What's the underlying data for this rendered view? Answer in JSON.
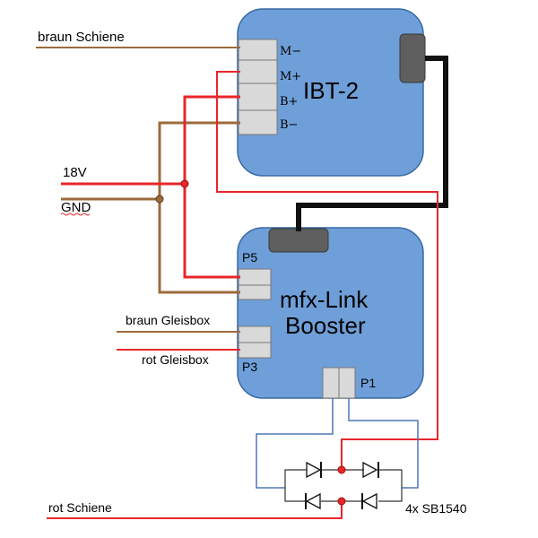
{
  "ibt": {
    "title": "IBT-2",
    "pins": [
      "M−",
      "M+",
      "B+",
      "B−"
    ]
  },
  "booster": {
    "title_line1": "mfx-Link",
    "title_line2": "Booster",
    "p5": "P5",
    "p3": "P3",
    "p1": "P1"
  },
  "labels": {
    "braun_schiene": "braun Schiene",
    "v18": "18V",
    "gnd": "GND",
    "braun_gleisbox": "braun Gleisbox",
    "rot_gleisbox": "rot Gleisbox",
    "rot_schiene": "rot Schiene",
    "diodes": "4x SB1540"
  },
  "colors": {
    "board_fill": "#6f9fd8",
    "board_stroke": "#3a6aa6",
    "red_wire": "#e8262b",
    "brown_wire": "#9c6b3c",
    "black_wire": "#111111",
    "blue_wire": "#4e77b8",
    "connector": "#d9d9d9",
    "connector_dark": "#5f5f5f"
  }
}
